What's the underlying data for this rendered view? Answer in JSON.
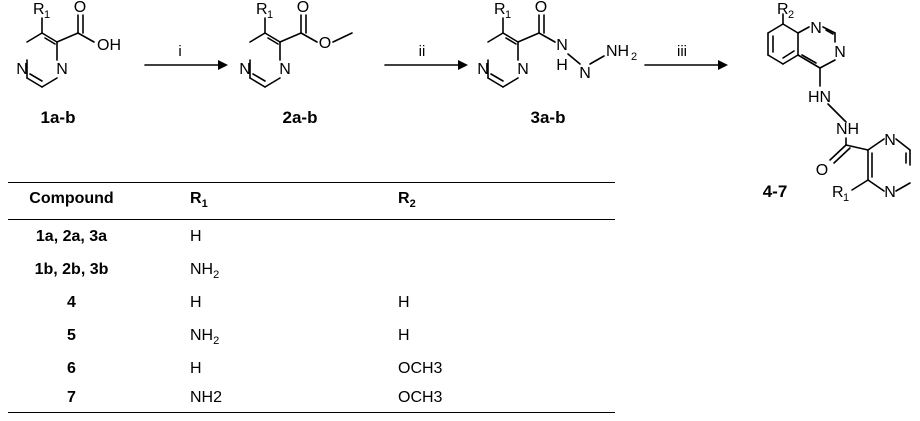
{
  "compounds": {
    "c1": "1a-b",
    "c2": "2a-b",
    "c3": "3a-b",
    "c4": "4-7"
  },
  "reagents": {
    "step1": "i",
    "step2": "ii",
    "step3": "iii"
  },
  "atoms": {
    "N": "N",
    "O": "O",
    "H": "H",
    "OH": "OH",
    "HN": "HN",
    "NH": "NH",
    "R": "R",
    "sub1": "1",
    "sub2": "2"
  },
  "table": {
    "headers": {
      "compound": "Compound",
      "r1": "R",
      "r1_sub": "1",
      "r2": "R",
      "r2_sub": "2"
    },
    "rows": [
      {
        "compound": "1a, 2a, 3a",
        "r1": "H",
        "r1_sub": "",
        "r2": ""
      },
      {
        "compound": "1b, 2b, 3b",
        "r1": "NH",
        "r1_sub": "2",
        "r2": ""
      },
      {
        "compound": "4",
        "r1": "H",
        "r1_sub": "",
        "r2": "H"
      },
      {
        "compound": "5",
        "r1": "NH",
        "r1_sub": "2",
        "r2": "H"
      },
      {
        "compound": "6",
        "r1": "H",
        "r1_sub": "",
        "r2": "OCH3"
      },
      {
        "compound": "7",
        "r1": "NH2",
        "r1_sub": "",
        "r2": "OCH3"
      }
    ]
  }
}
